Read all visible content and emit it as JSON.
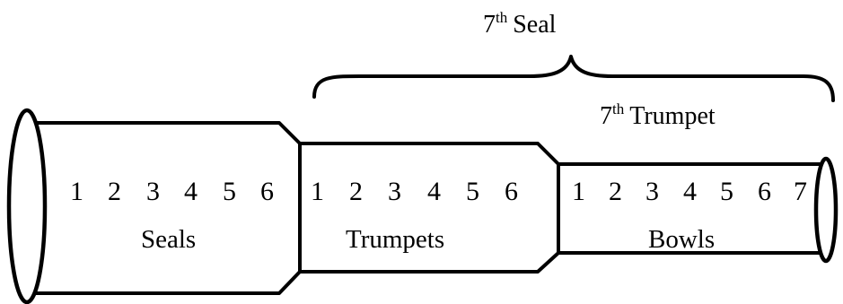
{
  "diagram": {
    "seals": {
      "numbers": [
        "1",
        "2",
        "3",
        "4",
        "5",
        "6"
      ],
      "label": "Seals"
    },
    "trumpets": {
      "numbers": [
        "1",
        "2",
        "3",
        "4",
        "5",
        "6"
      ],
      "label": "Trumpets"
    },
    "bowls": {
      "numbers": [
        "1",
        "2",
        "3",
        "4",
        "5",
        "6",
        "7"
      ],
      "label": "Bowls"
    },
    "seventh_seal": {
      "ordinal": "7",
      "suffix": "th",
      "word": "Seal"
    },
    "seventh_trumpet": {
      "ordinal": "7",
      "suffix": "th",
      "word": "Trumpet"
    }
  }
}
